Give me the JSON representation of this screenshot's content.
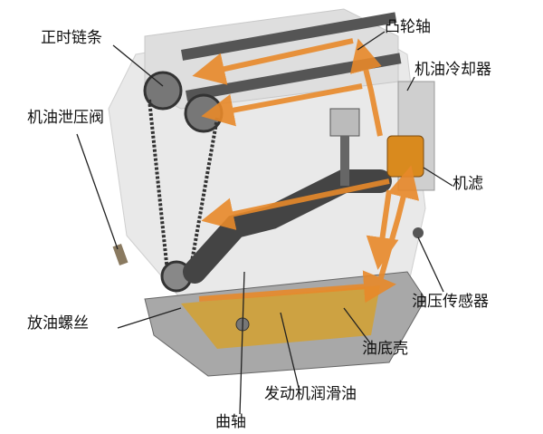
{
  "labels": {
    "timing_chain": "正时链条",
    "camshaft": "凸轮轴",
    "oil_cooler": "机油冷却器",
    "relief_valve": "机油泄压阀",
    "oil_filter": "机滤",
    "pressure_sensor": "油压传感器",
    "drain_plug": "放油螺丝",
    "oil_pan": "油底壳",
    "engine_oil": "发动机润滑油",
    "crankshaft": "曲轴"
  },
  "colors": {
    "oil_flow": "#e8892a",
    "oil_pool": "#d9a020",
    "engine_metal": "#b8b8b8",
    "filter": "#d98a1e"
  }
}
